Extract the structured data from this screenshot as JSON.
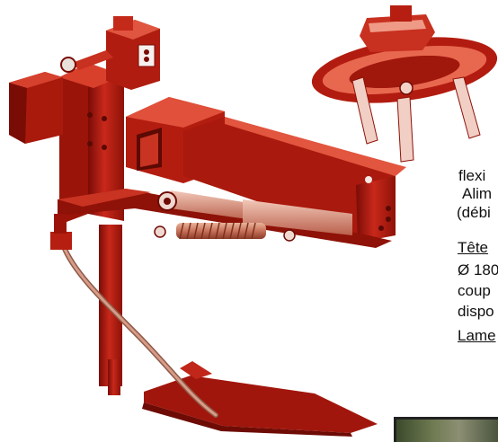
{
  "colors": {
    "machine_red": "#b3180f",
    "machine_dark": "#7a0c06",
    "machine_light": "#e2553f",
    "background": "#ffffff"
  },
  "text": {
    "line1": "flexi",
    "line2": "Alim",
    "line3": "(débi",
    "head_label": "Tête",
    "diameter": "Ø 180",
    "cut": "coup",
    "available": "dispo",
    "blade_label": "Lame"
  }
}
